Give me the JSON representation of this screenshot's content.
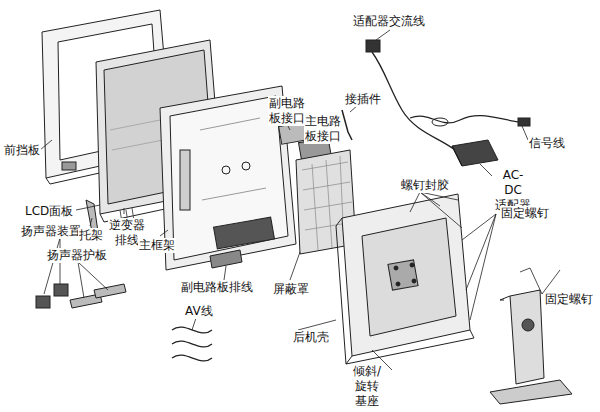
{
  "diagram": {
    "labels": [
      "前挡板",
      "LCD面板",
      "扬声器装置",
      "扬声器护板",
      "托架",
      "逆变器 排线",
      "主框架",
      "副电路板排线",
      "AV线",
      "副电路 板接口",
      "主电路 板接口",
      "接插件",
      "适配器交流线",
      "信号线",
      "AC-DC 适配器",
      "螺钉封胶",
      "固定螺钉",
      "屏蔽罩",
      "固定螺钉",
      "后机壳",
      "倾斜/旋转 基座"
    ]
  }
}
